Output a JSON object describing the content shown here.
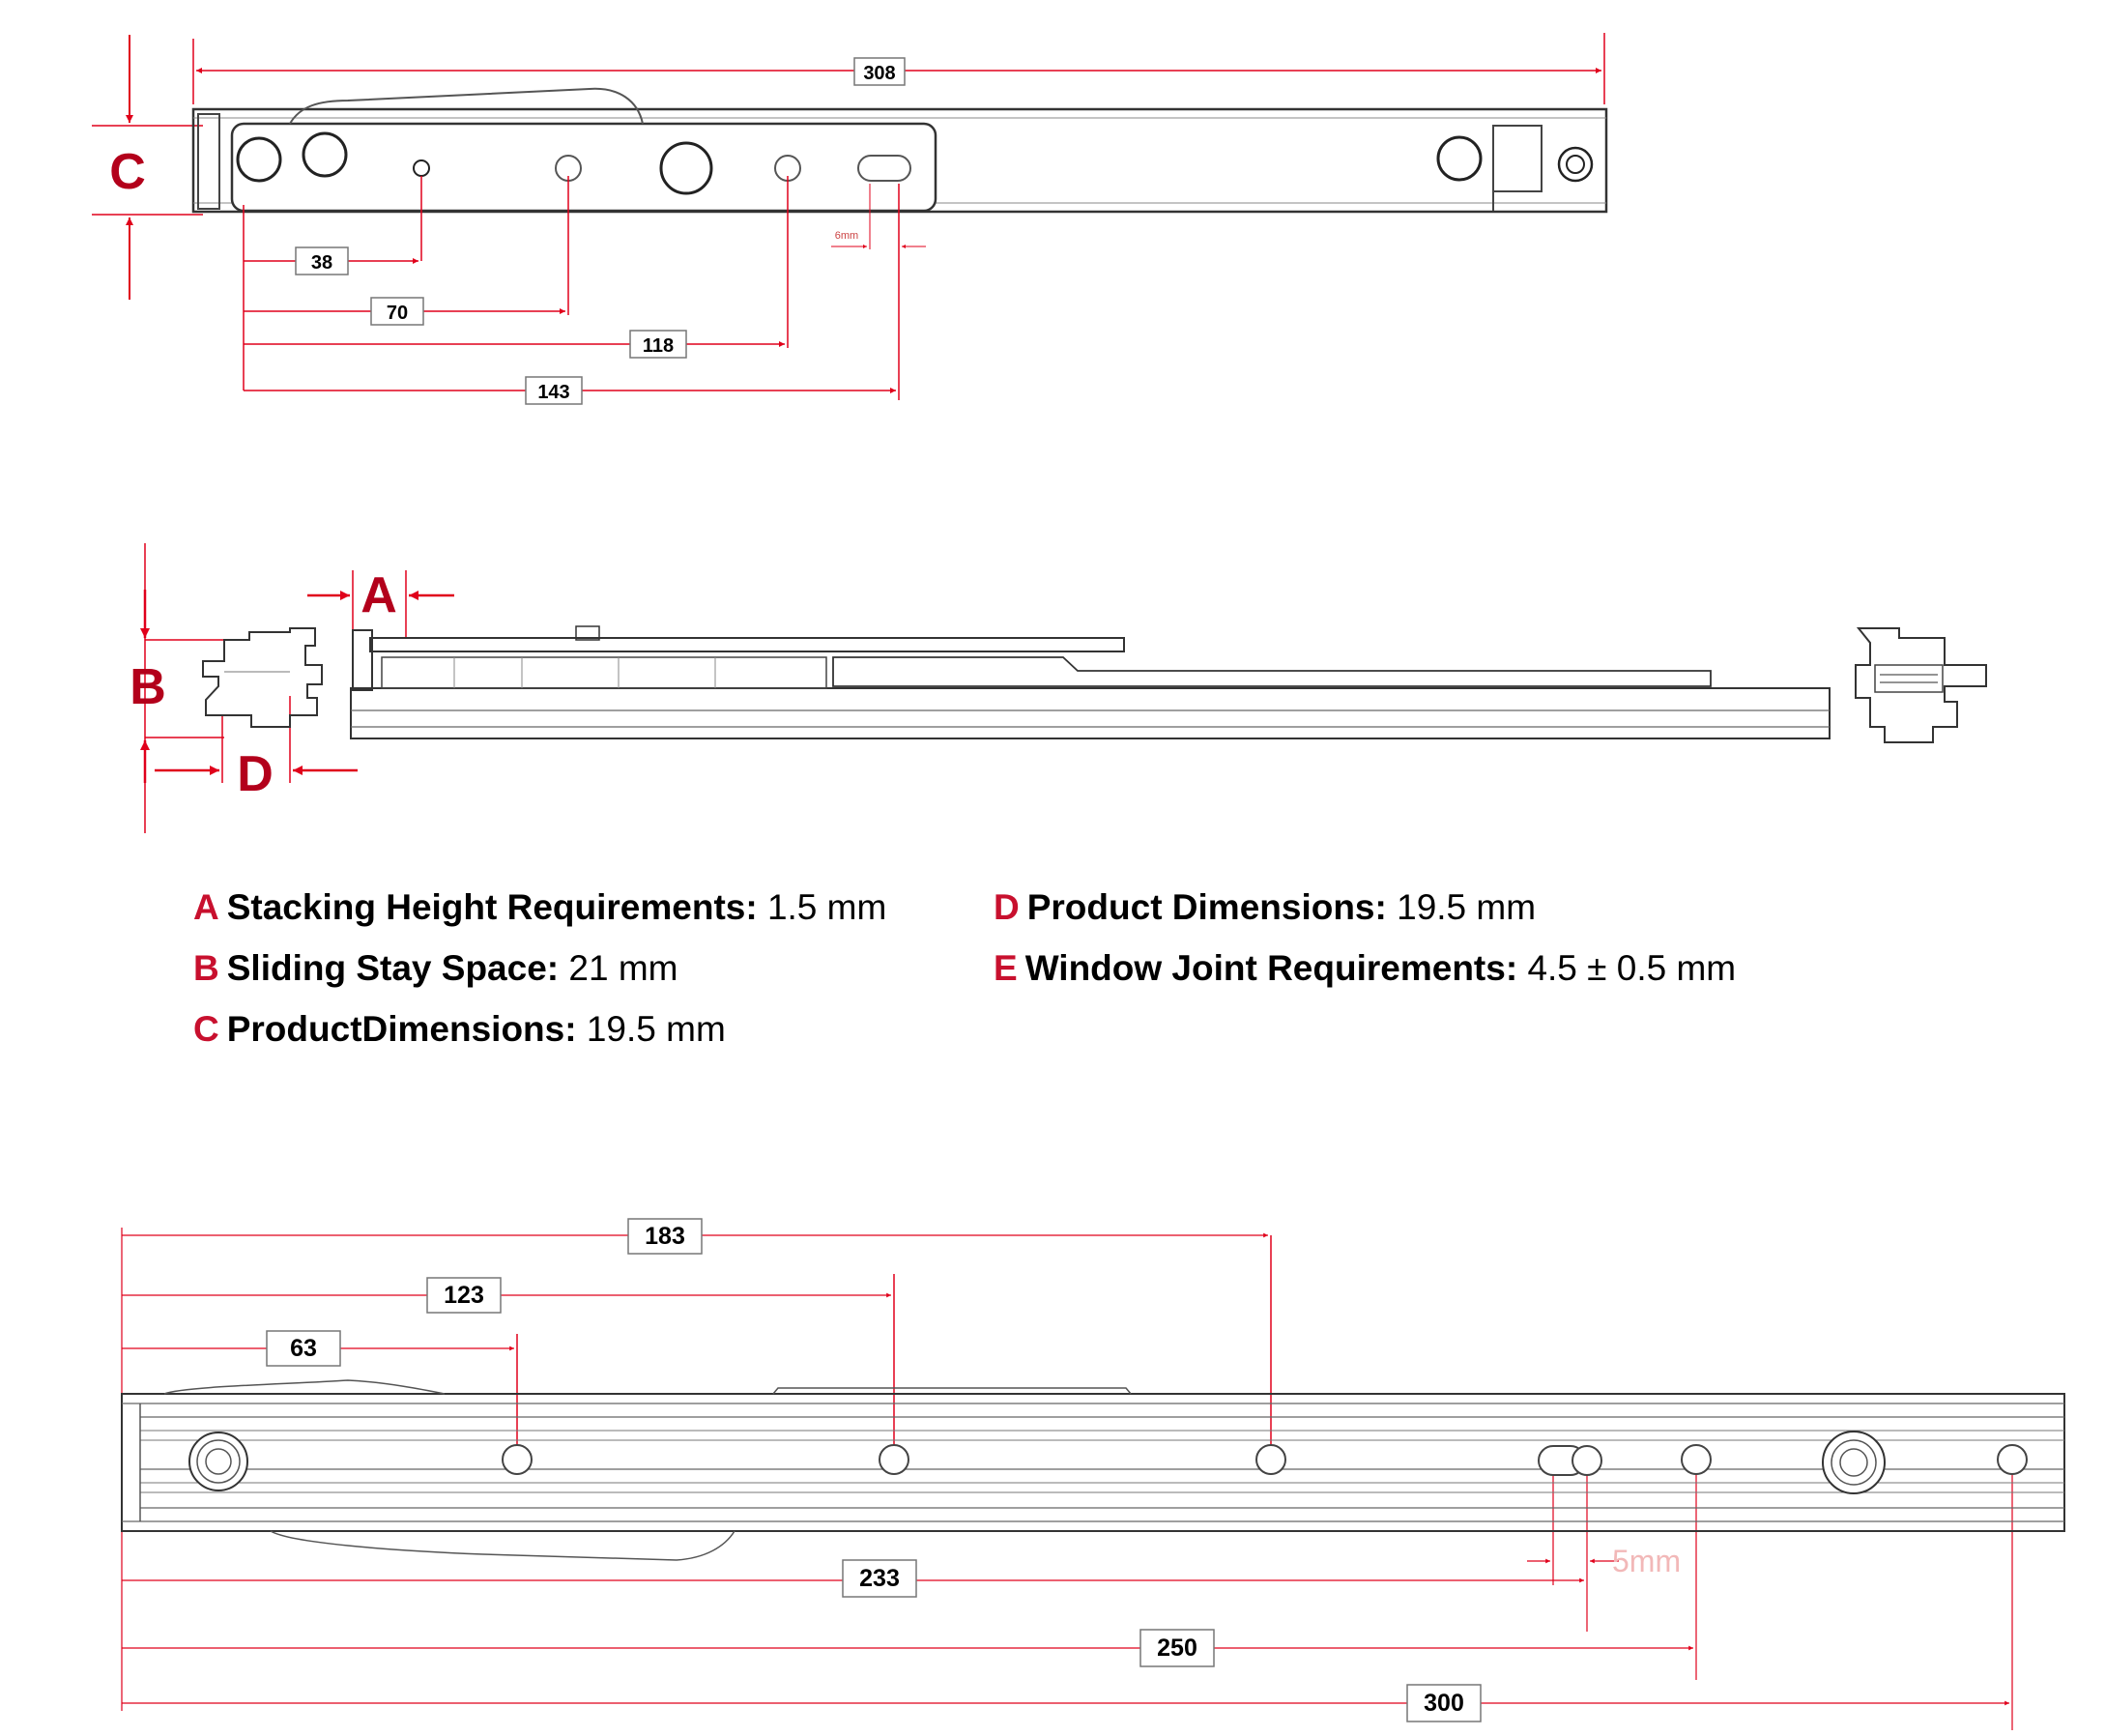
{
  "colors": {
    "dimension_red": "#e0001b",
    "letter_red": "#b3001b",
    "legend_letter": "#c8102e",
    "outline": "#333333"
  },
  "top_view": {
    "letter_c": "C",
    "overall": "308",
    "dims": [
      "38",
      "70",
      "118",
      "143"
    ],
    "slot_note": "6mm"
  },
  "side_view": {
    "letter_a": "A",
    "letter_b": "B",
    "letter_d": "D"
  },
  "legend": {
    "a": {
      "letter": "A",
      "label": "Stacking Height Requirements:",
      "value": "1.5 mm"
    },
    "b": {
      "letter": "B",
      "label": "Sliding Stay Space:",
      "value": "21 mm"
    },
    "c": {
      "letter": "C",
      "label": "ProductDimensions:",
      "value": "19.5 mm"
    },
    "d": {
      "letter": "D",
      "label": "Product Dimensions:",
      "value": "19.5 mm"
    },
    "e": {
      "letter": "E",
      "label": "Window Joint Requirements:",
      "value": "4.5 ± 0.5 mm"
    }
  },
  "bottom_view": {
    "dims_top": [
      "183",
      "123",
      "63"
    ],
    "dims_bottom": [
      "233",
      "250",
      "300"
    ],
    "slot_note": "5mm"
  }
}
